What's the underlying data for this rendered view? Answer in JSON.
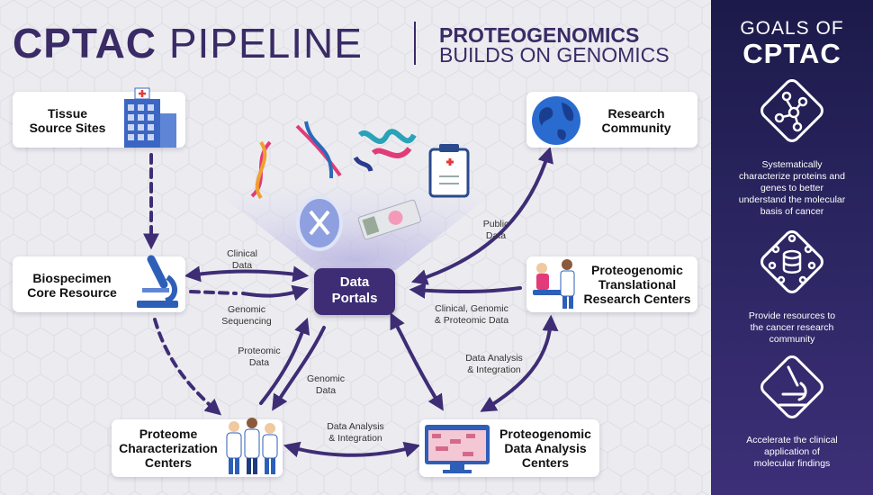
{
  "header": {
    "title_bold": "CPTAC",
    "title_light": "PIPELINE",
    "subtitle_line1": "PROTEOGENOMICS",
    "subtitle_line2": "BUILDS ON GENOMICS"
  },
  "nodes": {
    "tissue": [
      "Tissue",
      "Source Sites"
    ],
    "biospecimen": [
      "Biospecimen",
      "Core Resource"
    ],
    "proteome": [
      "Proteome",
      "Characterization",
      "Centers"
    ],
    "analysis": [
      "Proteogenomic",
      "Data Analysis",
      "Centers"
    ],
    "translational": [
      "Proteogenomic",
      "Translational",
      "Research Centers"
    ],
    "research": [
      "Research",
      "Community"
    ],
    "portals": [
      "Data",
      "Portals"
    ]
  },
  "edges": {
    "clinical": [
      "Clinical",
      "Data"
    ],
    "genomic_seq": [
      "Genomic",
      "Sequencing"
    ],
    "proteomic": [
      "Proteomic",
      "Data"
    ],
    "genomic": [
      "Genomic",
      "Data"
    ],
    "public": [
      "Public",
      "Data"
    ],
    "clinical_genomic": [
      "Clinical, Genomic",
      "& Proteomic Data"
    ],
    "analysis_integration_right": [
      "Data Analysis",
      "& Integration"
    ],
    "analysis_integration_bottom": [
      "Data Analysis",
      "& Integration"
    ]
  },
  "sidebar": {
    "title_line1": "GOALS OF",
    "title_line2": "CPTAC",
    "goals": [
      {
        "icon": "network-icon",
        "text": [
          "Systematically",
          "characterize proteins and",
          "genes to better",
          "understand the molecular",
          "basis of cancer"
        ]
      },
      {
        "icon": "database-people-icon",
        "text": [
          "Provide resources to",
          "the cancer research",
          "community"
        ]
      },
      {
        "icon": "microscope-icon",
        "text": [
          "Accelerate the clinical",
          "application of",
          "molecular findings"
        ]
      }
    ]
  },
  "colors": {
    "brand_purple": "#3a2b66",
    "portal_purple": "#3e2d75",
    "arrow_purple": "#3e2d75",
    "sidebar_bg": "#2a2560"
  }
}
